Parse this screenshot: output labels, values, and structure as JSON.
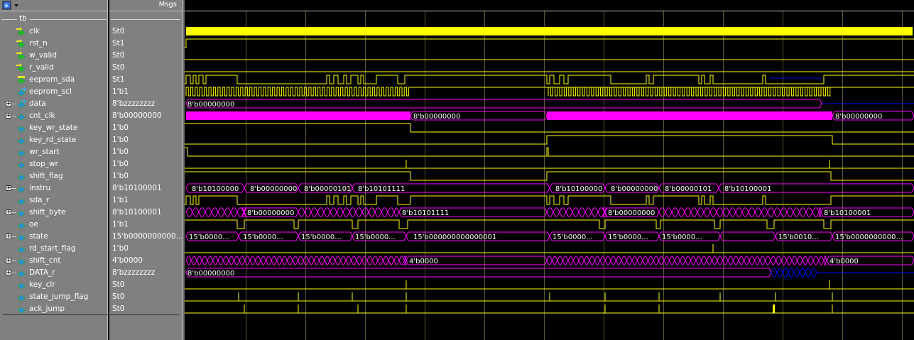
{
  "header": {
    "msgs_label": "Msgs",
    "group_label": "tb"
  },
  "signals": [
    {
      "name": "clk",
      "value": "St0",
      "kind": "in",
      "bus": false
    },
    {
      "name": "rst_n",
      "value": "St1",
      "kind": "in",
      "bus": false
    },
    {
      "name": "w_valid",
      "value": "St0",
      "kind": "in",
      "bus": false
    },
    {
      "name": "r_valid",
      "value": "St0",
      "kind": "in",
      "bus": false
    },
    {
      "name": "eeprom_sda",
      "value": "St1",
      "kind": "inout",
      "bus": false
    },
    {
      "name": "eeprom_scl",
      "value": "1'b1",
      "kind": "out",
      "bus": false
    },
    {
      "name": "data",
      "value": "8'bzzzzzzzz",
      "kind": "out",
      "bus": true
    },
    {
      "name": "cnt_clk",
      "value": "8'b00000000",
      "kind": "reg",
      "bus": true
    },
    {
      "name": "key_wr_state",
      "value": "1'b0",
      "kind": "reg",
      "bus": false
    },
    {
      "name": "key_rd_state",
      "value": "1'b0",
      "kind": "reg",
      "bus": false
    },
    {
      "name": "wr_start",
      "value": "1'b0",
      "kind": "reg",
      "bus": false
    },
    {
      "name": "stop_wr",
      "value": "1'b0",
      "kind": "reg",
      "bus": false
    },
    {
      "name": "shift_flag",
      "value": "1'b0",
      "kind": "reg",
      "bus": false
    },
    {
      "name": "instru",
      "value": "8'b10100001",
      "kind": "reg",
      "bus": true
    },
    {
      "name": "sda_r",
      "value": "1'b1",
      "kind": "reg",
      "bus": false
    },
    {
      "name": "shift_byte",
      "value": "8'b10100001",
      "kind": "reg",
      "bus": true
    },
    {
      "name": "oe",
      "value": "1'b1",
      "kind": "reg",
      "bus": false
    },
    {
      "name": "state",
      "value": "15'b0000000000...",
      "kind": "reg",
      "bus": true
    },
    {
      "name": "rd_start_flag",
      "value": "1'b0",
      "kind": "reg",
      "bus": false
    },
    {
      "name": "shift_cnt",
      "value": "4'b0000",
      "kind": "reg",
      "bus": true
    },
    {
      "name": "DATA_r",
      "value": "8'bzzzzzzzz",
      "kind": "reg",
      "bus": true
    },
    {
      "name": "key_clr",
      "value": "St0",
      "kind": "reg",
      "bus": false
    },
    {
      "name": "state_jump_flag",
      "value": "St0",
      "kind": "reg",
      "bus": false
    },
    {
      "name": "ack_jump",
      "value": "St0",
      "kind": "reg",
      "bus": false
    }
  ],
  "wave_labels": {
    "data": [
      "8'b00000000"
    ],
    "cnt_clk": [
      "8'b00000000",
      "8'b00000000"
    ],
    "instru": [
      "8'b10100000",
      "8'b00000000",
      "8'b00000101",
      "8'b10101111",
      "8'b10100000",
      "8'b00000000",
      "8'b00000101",
      "8'b10100001"
    ],
    "shift_byte": [
      "8'b00000000",
      "8'b10101111",
      "8'b00000000",
      "8'b10100001"
    ],
    "state": [
      "15'b0000...",
      "15'b0000...",
      "15'b0000...",
      "15'b0000...",
      "15'b000000000000001",
      "15'b0000...",
      "15'b0000...",
      "15'b0000...",
      "15'b0010...",
      "15'b0000000000..."
    ],
    "shift_cnt": [
      "4'b0000",
      "4'b0000"
    ],
    "DATA_r": [
      "8'b00000000"
    ]
  },
  "colors": {
    "wave": "#ffff00",
    "bus_active": "#ff00ff",
    "highz": "#0000ff",
    "grid": "#5a5a30",
    "panel": "#808080"
  }
}
